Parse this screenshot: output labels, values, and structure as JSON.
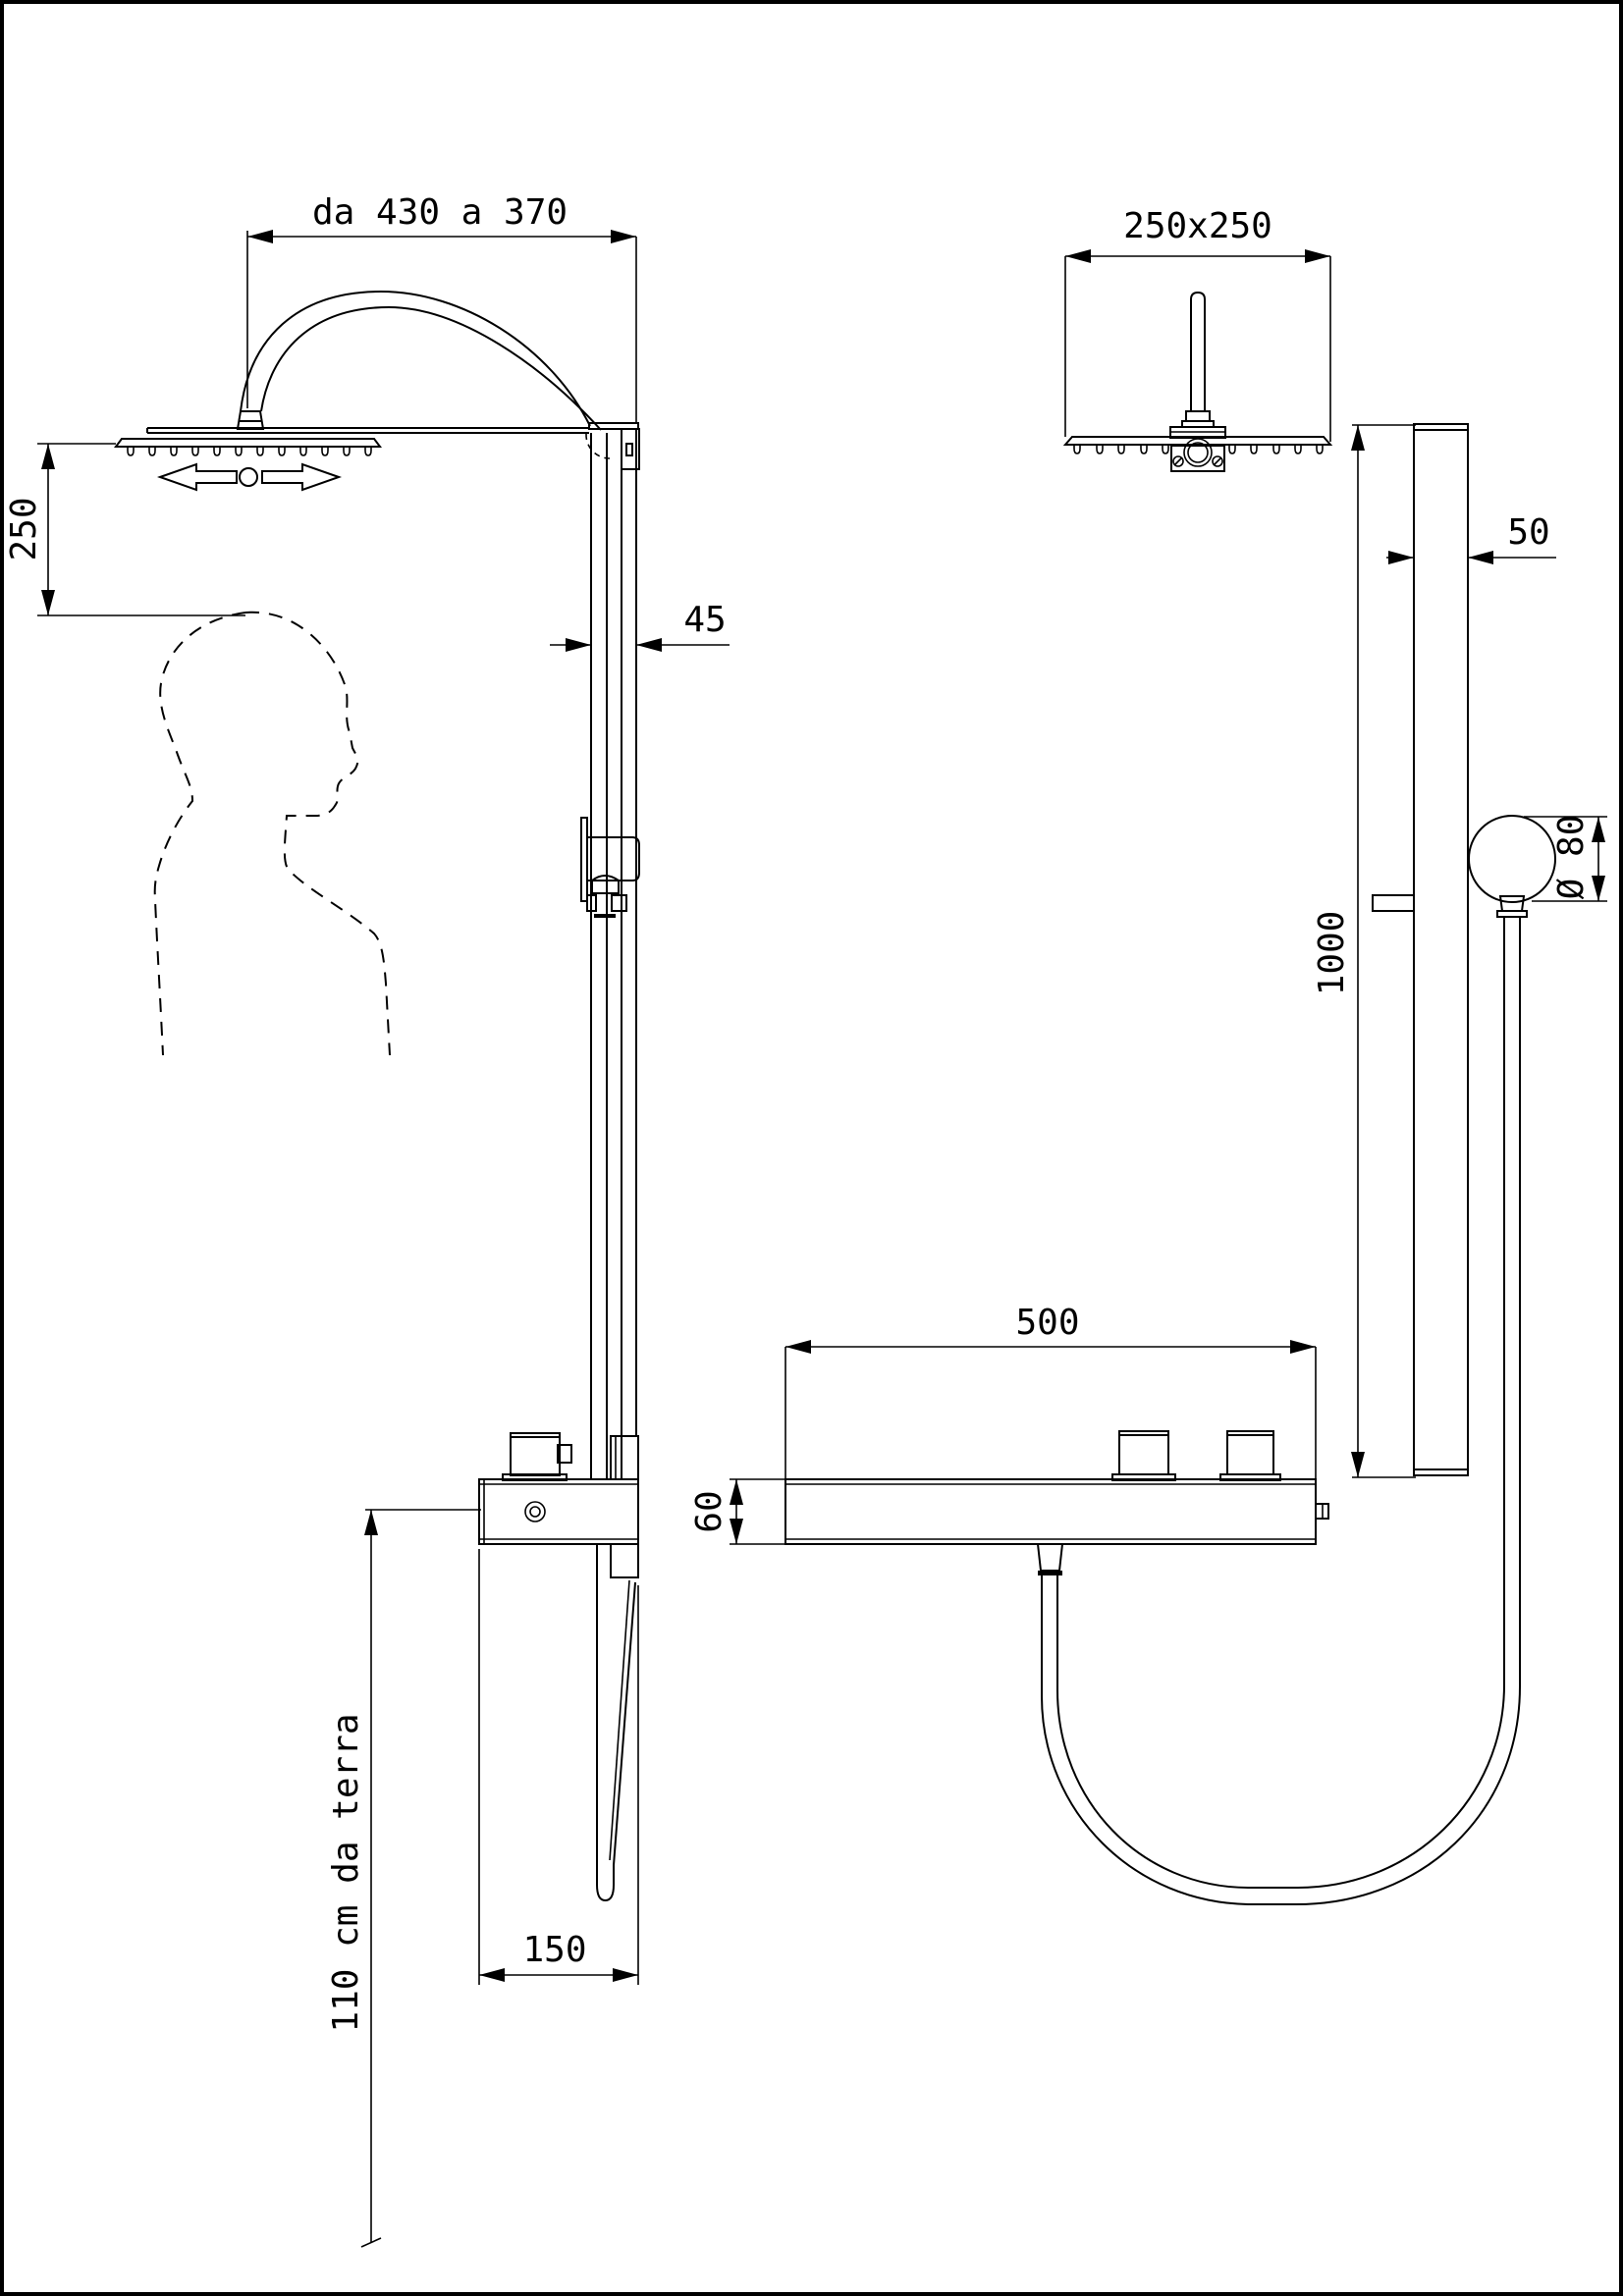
{
  "drawing": {
    "type": "technical-drawing",
    "subject": "shower column installation dimensions",
    "language": "it",
    "background": "#ffffff",
    "line_color": "#000000",
    "views": {
      "side": {
        "name": "side view",
        "labels": {
          "overhead_reach": "da 430 a 370",
          "head_drop": "250",
          "column_depth": "45",
          "body_depth": "150",
          "install_height": "110 cm da terra"
        }
      },
      "front": {
        "name": "front view",
        "labels": {
          "head_size": "250x250",
          "bar_width": "50",
          "handshower_diameter": "Ø 80",
          "bar_length": "1000",
          "mixer_width": "500",
          "mixer_height": "60"
        }
      }
    }
  }
}
